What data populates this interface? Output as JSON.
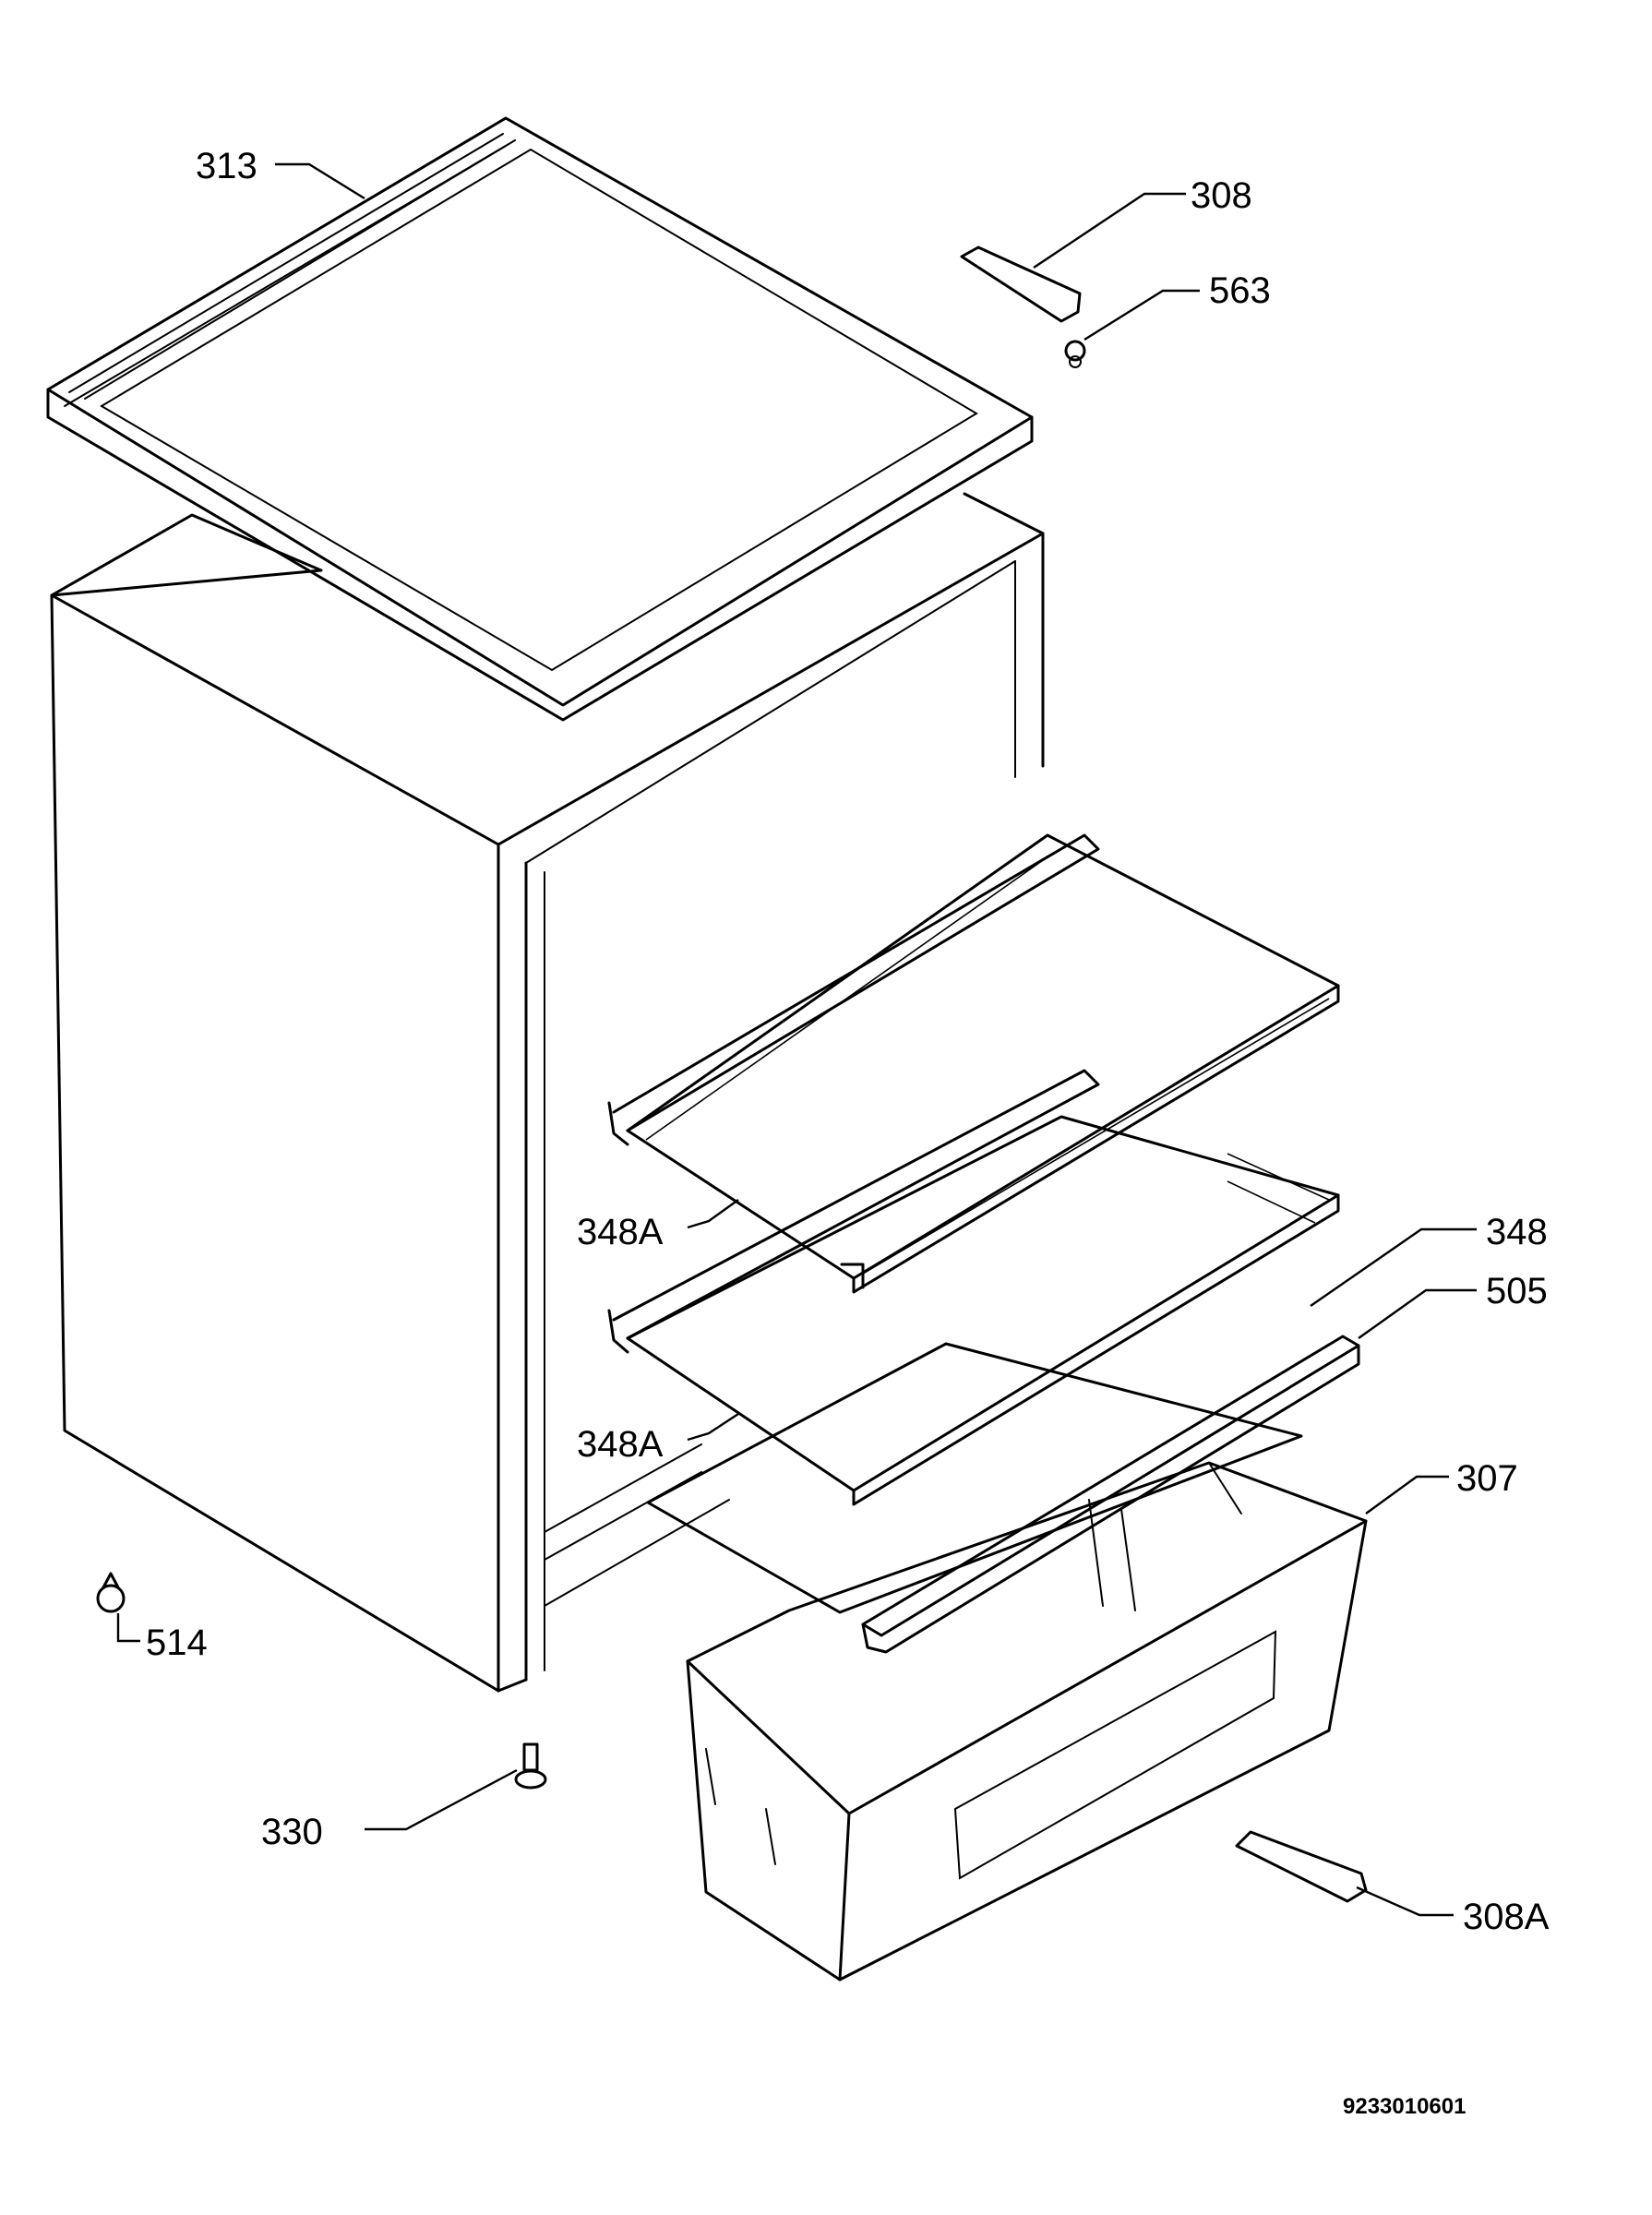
{
  "callouts": {
    "p313": "313",
    "p308": "308",
    "p563": "563",
    "p348": "348",
    "p505": "505",
    "p348a_upper": "348A",
    "p348a_lower": "348A",
    "p307": "307",
    "p514": "514",
    "p330": "330",
    "p308a": "308A"
  },
  "document_number": "9233010601"
}
